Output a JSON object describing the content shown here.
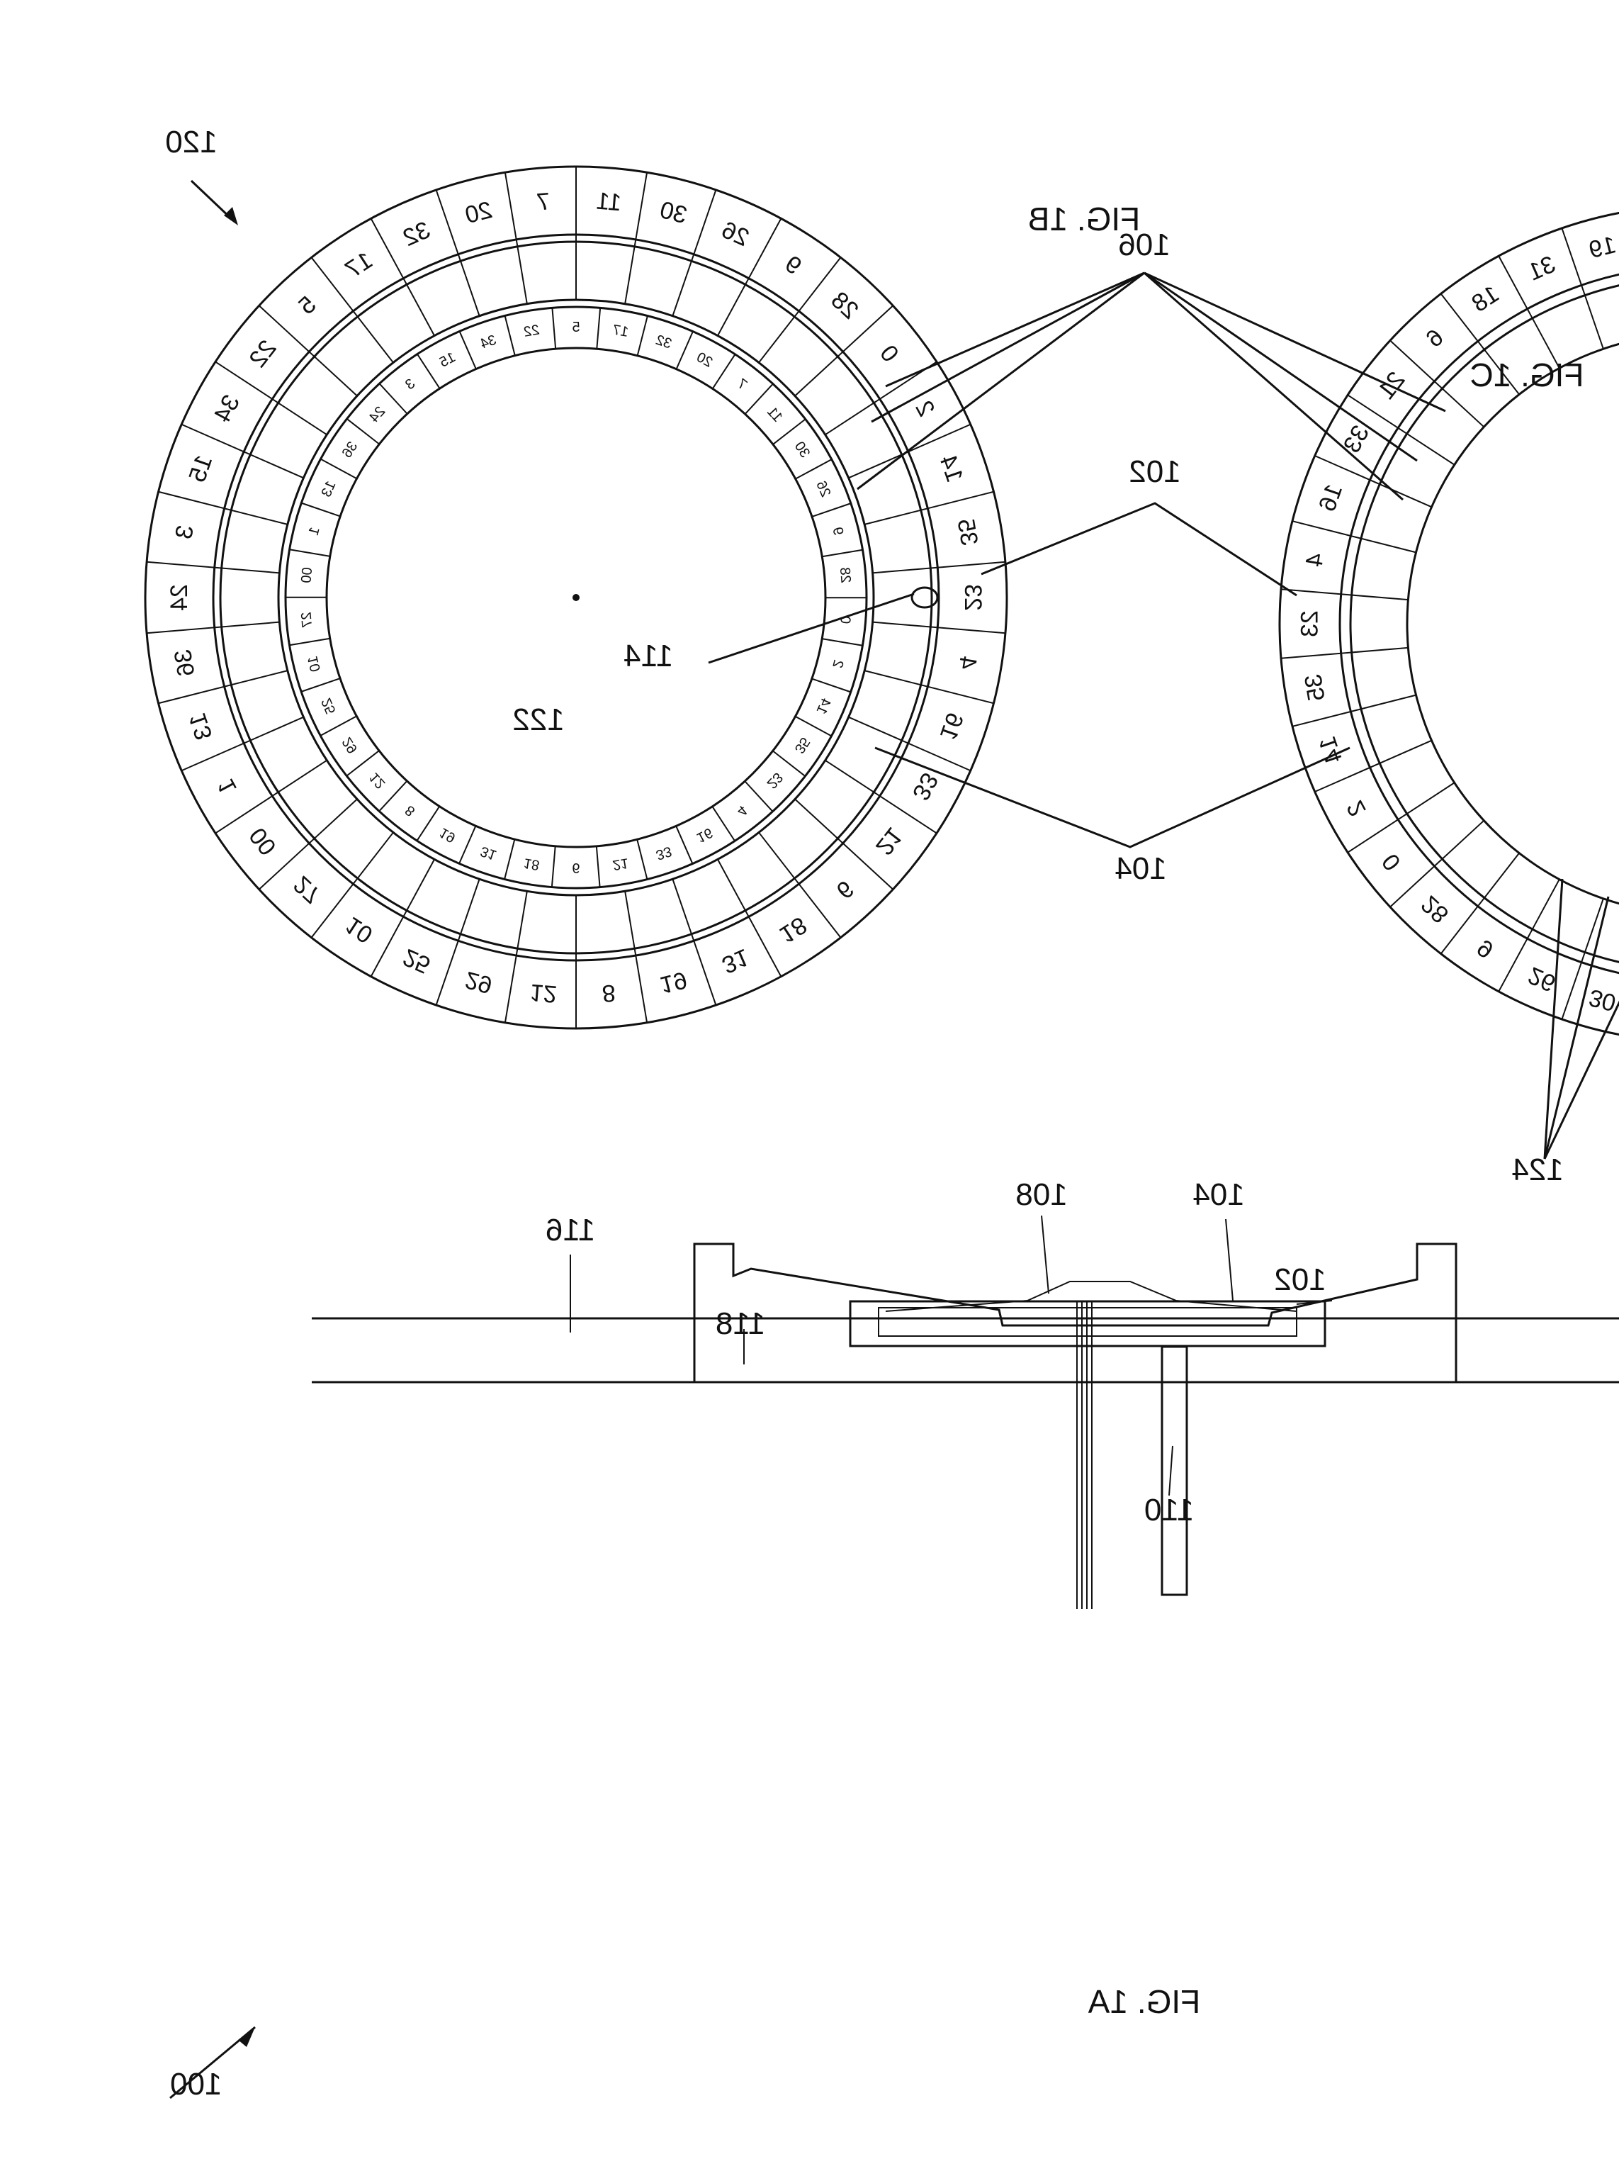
{
  "figures": {
    "fig_1a": "FIG. 1A",
    "fig_1b": "FIG. 1B",
    "fig_1c": "FIG. 1C"
  },
  "reference_numerals": {
    "n100": "100",
    "n102": "102",
    "n102_side": "102",
    "n104": "104",
    "n104_side": "104",
    "n106": "106",
    "n108": "108",
    "n108_side": "108",
    "n110": "110",
    "n114_a": "114",
    "n114_b": "114",
    "n116": "116",
    "n118": "118",
    "n120": "120",
    "n122": "122",
    "n124": "124"
  },
  "wheel_1a": {
    "sequence": [
      "24",
      "3",
      "15",
      "34",
      "22",
      "5",
      "17",
      "32",
      "20",
      "7",
      "11",
      "30",
      "26",
      "9",
      "28",
      "0",
      "2",
      "14",
      "35",
      "23",
      "4",
      "16",
      "33",
      "21",
      "6",
      "18",
      "31",
      "19",
      "8",
      "12",
      "29",
      "25",
      "10",
      "27",
      "00",
      "1",
      "13",
      "36"
    ]
  },
  "wheel_1b": {
    "outer_sequence": [
      "23",
      "35",
      "14",
      "2",
      "0",
      "28",
      "9",
      "26",
      "30",
      "11",
      "7",
      "20",
      "32",
      "17",
      "5",
      "22",
      "34",
      "15",
      "3",
      "24",
      "36",
      "13",
      "1",
      "00",
      "27",
      "10",
      "25",
      "29",
      "12",
      "8",
      "19",
      "31",
      "18",
      "6",
      "21",
      "33",
      "16",
      "4"
    ],
    "inner_sequence": [
      "28",
      "9",
      "26",
      "30",
      "11",
      "7",
      "20",
      "32",
      "17",
      "5",
      "22",
      "34",
      "15",
      "3",
      "24",
      "36",
      "13",
      "1",
      "00",
      "27",
      "10",
      "25",
      "29",
      "12",
      "8",
      "19",
      "31",
      "18",
      "6",
      "21",
      "33",
      "16",
      "4",
      "23",
      "35",
      "14",
      "2",
      "0"
    ]
  }
}
